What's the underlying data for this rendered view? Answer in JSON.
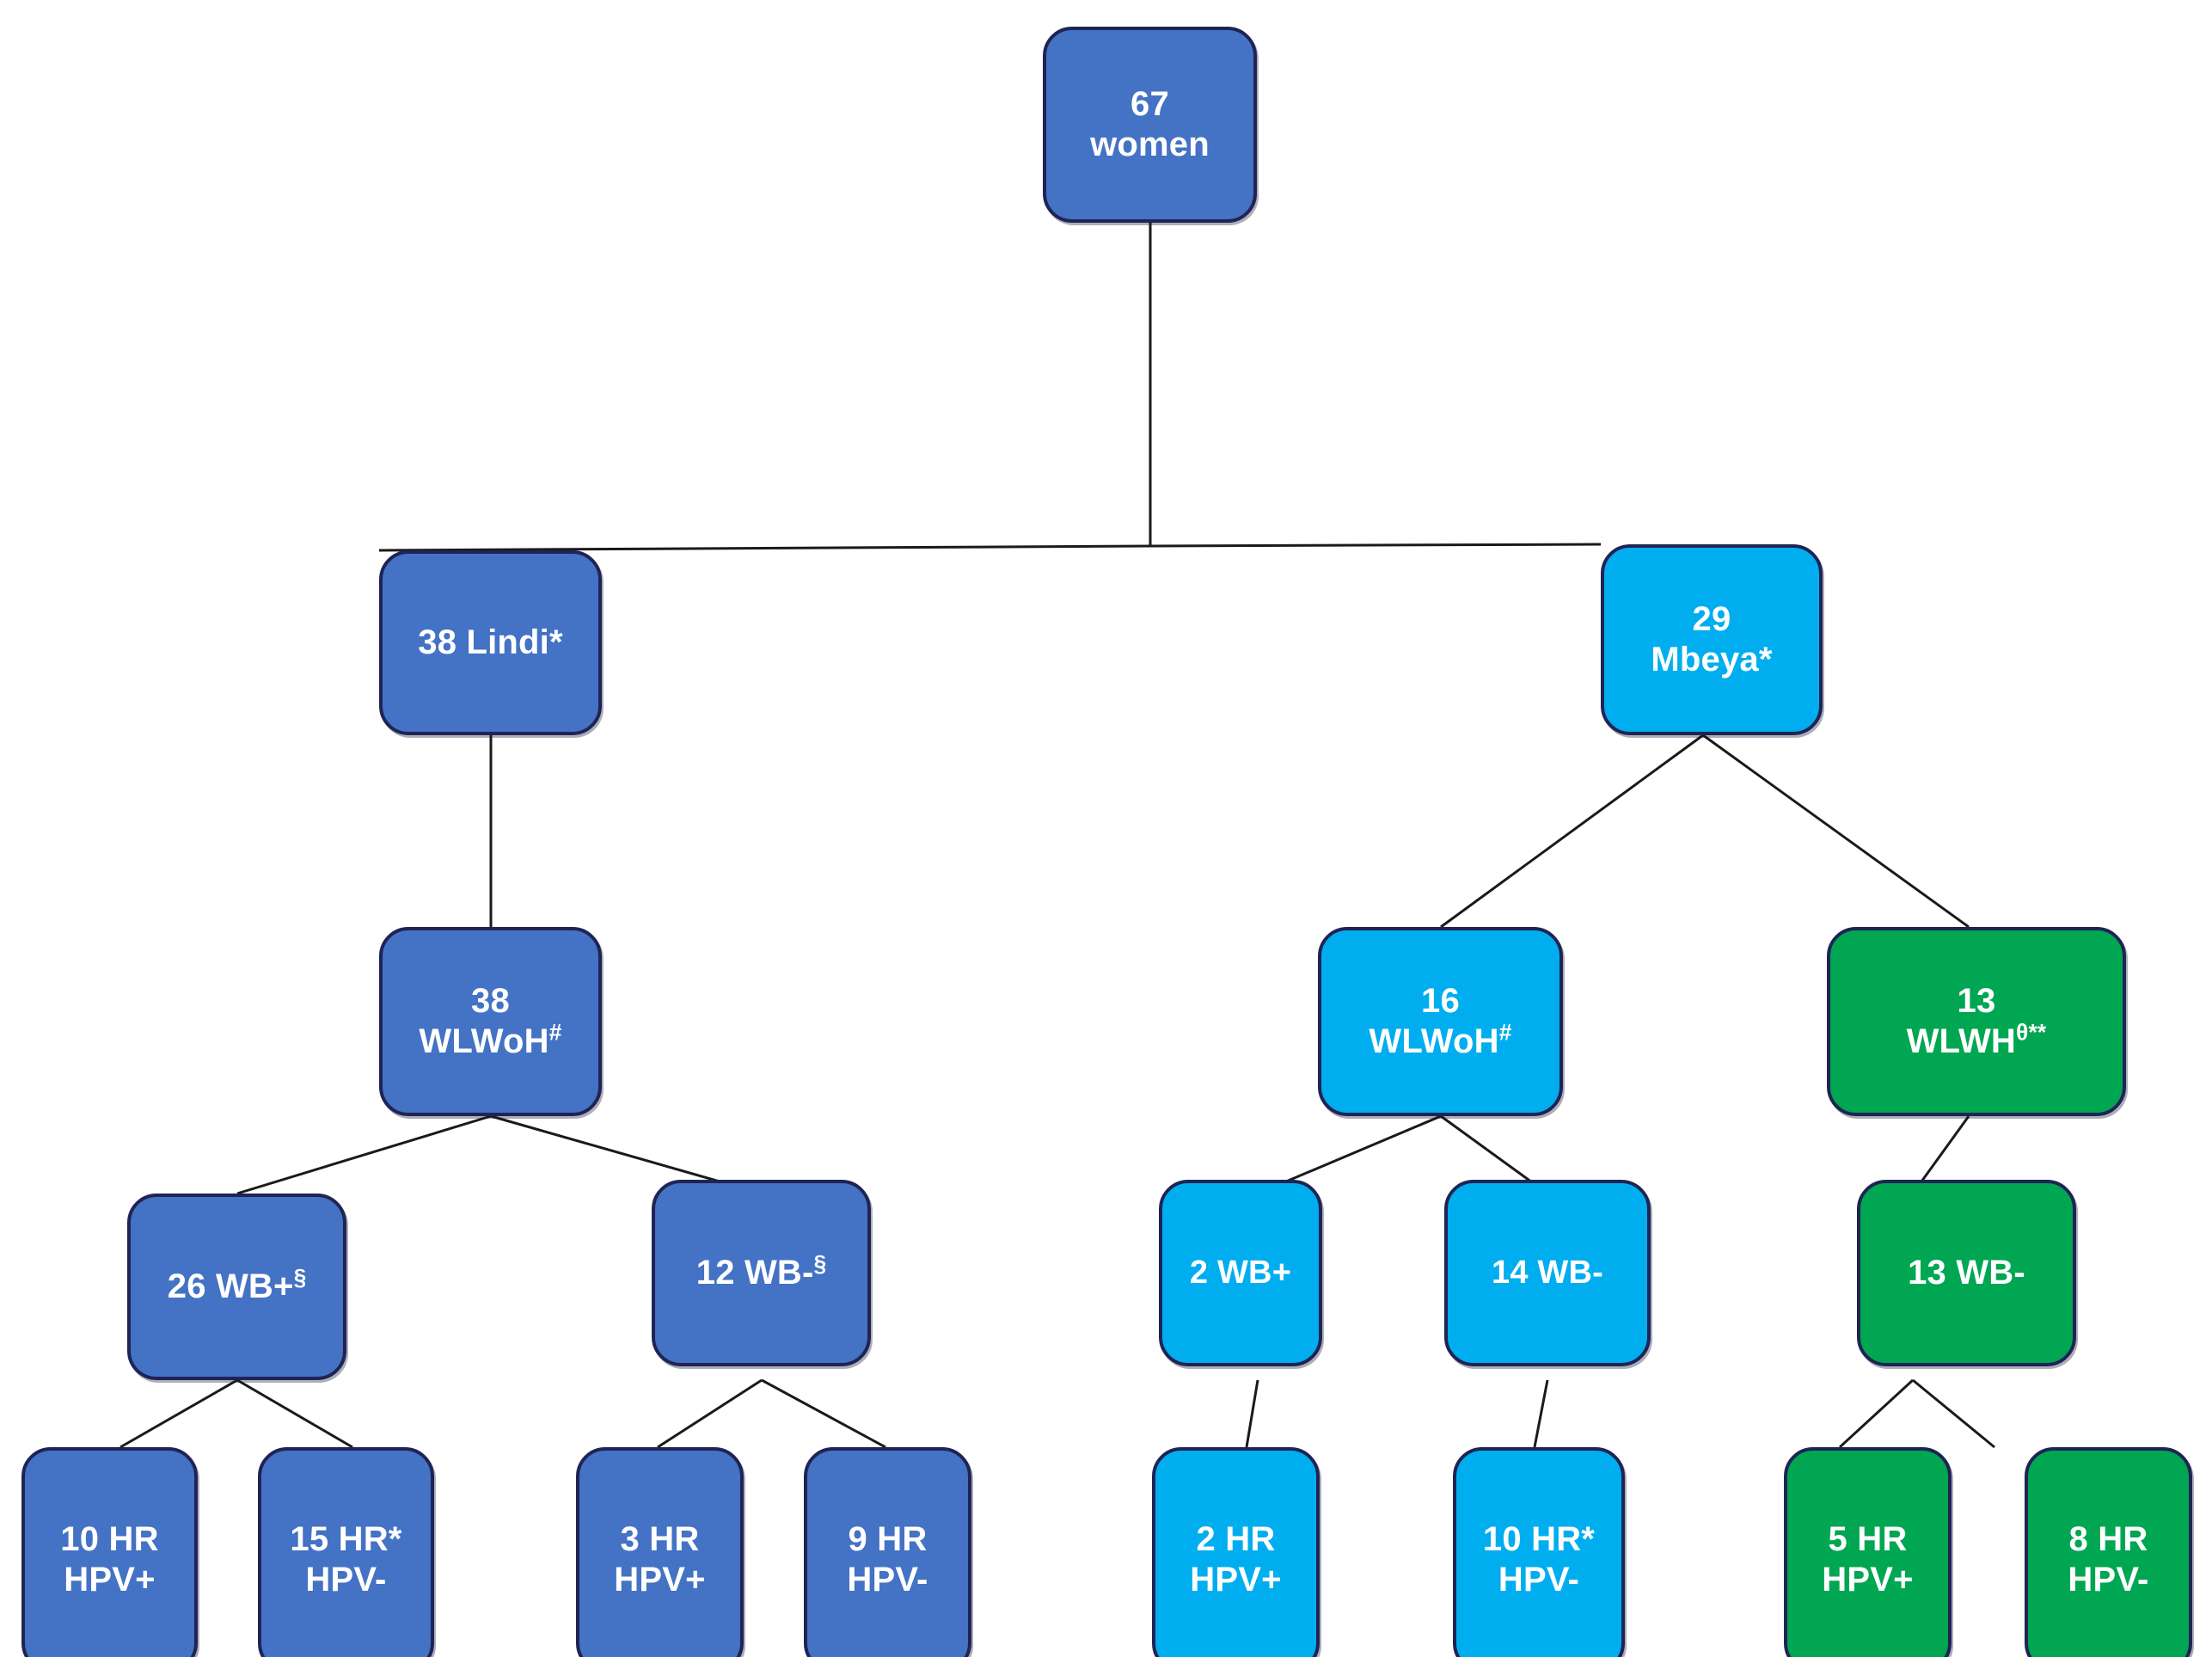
{
  "diagram": {
    "title": "Study population flow diagram",
    "colors": {
      "blue": "#4472C4",
      "cyan": "#00AEEF",
      "green": "#00A651",
      "border": "#1F2454",
      "edge": "#1A1A1A",
      "text": "#FFFFFF",
      "background": "#FFFFFF"
    },
    "nodes": [
      {
        "id": "root",
        "lines": [
          "67",
          "women"
        ],
        "superscript": "",
        "color": "blue"
      },
      {
        "id": "lindi",
        "lines": [
          "38 Lindi*"
        ],
        "superscript": "",
        "color": "blue"
      },
      {
        "id": "mbeya",
        "lines": [
          "29",
          "Mbeya*"
        ],
        "superscript": "",
        "color": "cyan"
      },
      {
        "id": "lindi-wlwoh",
        "lines": [
          "38",
          "WLWoH"
        ],
        "superscript": "#",
        "color": "blue"
      },
      {
        "id": "mbeya-wlwoh",
        "lines": [
          "16",
          "WLWoH"
        ],
        "superscript": "#",
        "color": "cyan"
      },
      {
        "id": "mbeya-wlwh",
        "lines": [
          "13",
          "WLWH"
        ],
        "superscript": "θ**",
        "color": "green"
      },
      {
        "id": "lindi-wb-pos",
        "lines": [
          "26 WB+"
        ],
        "superscript": "§",
        "color": "blue"
      },
      {
        "id": "lindi-wb-neg",
        "lines": [
          "12 WB-"
        ],
        "superscript": "§",
        "color": "blue"
      },
      {
        "id": "mbeya-wb-pos",
        "lines": [
          "2 WB+"
        ],
        "superscript": "",
        "color": "cyan"
      },
      {
        "id": "mbeya-wb-neg",
        "lines": [
          "14 WB-"
        ],
        "superscript": "",
        "color": "cyan"
      },
      {
        "id": "wlwh-wb-neg",
        "lines": [
          "13 WB-"
        ],
        "superscript": "",
        "color": "green"
      },
      {
        "id": "leaf-10-hpv-pos",
        "lines": [
          "10 HR",
          "HPV+"
        ],
        "superscript": "",
        "color": "blue"
      },
      {
        "id": "leaf-15-hpv-neg",
        "lines": [
          "15 HR*",
          "HPV-"
        ],
        "superscript": "",
        "color": "blue"
      },
      {
        "id": "leaf-3-hpv-pos",
        "lines": [
          "3 HR",
          "HPV+"
        ],
        "superscript": "",
        "color": "blue"
      },
      {
        "id": "leaf-9-hpv-neg",
        "lines": [
          "9 HR",
          "HPV-"
        ],
        "superscript": "",
        "color": "blue"
      },
      {
        "id": "leaf-2-hpv-pos",
        "lines": [
          "2 HR",
          "HPV+"
        ],
        "superscript": "",
        "color": "cyan"
      },
      {
        "id": "leaf-10-hpv-neg",
        "lines": [
          "10 HR*",
          "HPV-"
        ],
        "superscript": "",
        "color": "cyan"
      },
      {
        "id": "leaf-5-hpv-pos",
        "lines": [
          "5 HR",
          "HPV+"
        ],
        "superscript": "",
        "color": "green"
      },
      {
        "id": "leaf-8-hpv-neg",
        "lines": [
          "8 HR",
          "HPV-"
        ],
        "superscript": "",
        "color": "green"
      }
    ]
  }
}
